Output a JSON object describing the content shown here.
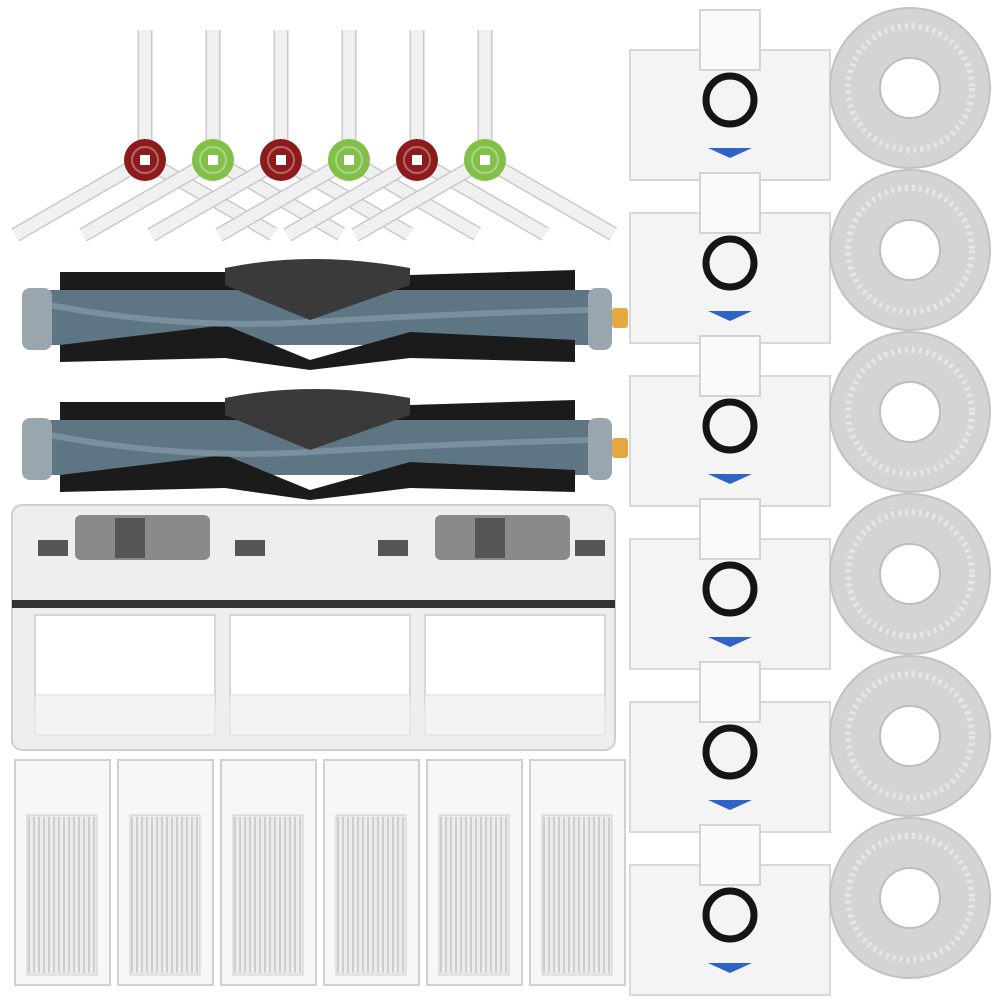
{
  "scene": {
    "colors": {
      "background": "#ffffff",
      "hub_red": "#8e1b1c",
      "hub_green": "#82c04a",
      "bristle_white": "#f0f0f0",
      "roller_blue": "#5e7584",
      "bristle_black": "#1b1b1b",
      "end_cap_gray": "#9aa6ae",
      "axle_yellow": "#e5a942",
      "cover_white": "#eeeeee",
      "latch_gray": "#8a8a8a",
      "filter_white": "#f7f7f7",
      "bag_white": "#f4f4f4",
      "bag_ring_black": "#151515",
      "bag_arrow_blue": "#2f63c8",
      "mop_gray": "#d4d4d4"
    },
    "side_brushes": {
      "count": 6,
      "hub_colors": [
        "hub_red",
        "hub_green",
        "hub_red",
        "hub_green",
        "hub_red",
        "hub_green"
      ]
    },
    "main_rollers": {
      "count": 2
    },
    "brush_cover": {
      "count": 1
    },
    "hepa_filters": {
      "count": 6
    },
    "dust_bags": {
      "count": 6
    },
    "mop_pads": {
      "count": 6
    }
  }
}
